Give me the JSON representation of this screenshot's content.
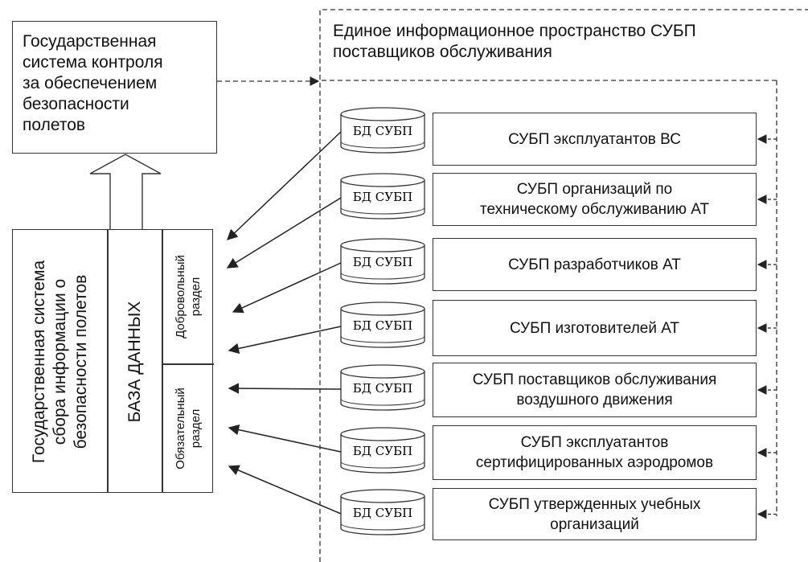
{
  "oversight_box": {
    "lines": [
      "Государственная",
      "система контроля",
      "за обеспечением",
      "безопасности",
      "полетов"
    ]
  },
  "left_block": {
    "system_lines": [
      "Государственная система",
      "сбора информации о",
      "безопасности полетов"
    ],
    "database_label": "БАЗА ДАННЫХ",
    "voluntary_lines": [
      "Добровольный",
      "раздел"
    ],
    "mandatory_lines": [
      "Обязательный",
      "раздел"
    ]
  },
  "space": {
    "title_lines": [
      "Единое информационное пространство СУБП",
      "поставщиков обслуживания"
    ]
  },
  "db_label": "БД СУБП",
  "providers": [
    {
      "lines": [
        "СУБП эксплуатантов ВС"
      ]
    },
    {
      "lines": [
        "СУБП организаций по",
        "техническому обслуживанию АТ"
      ]
    },
    {
      "lines": [
        "СУБП разработчиков АТ"
      ]
    },
    {
      "lines": [
        "СУБП изготовителей АТ"
      ]
    },
    {
      "lines": [
        "СУБП поставщиков обслуживания",
        "воздушного движения"
      ]
    },
    {
      "lines": [
        "СУБП эксплуатантов",
        "сертифицированных аэродромов"
      ]
    },
    {
      "lines": [
        "СУБП утвержденных учебных",
        "организаций"
      ]
    }
  ]
}
